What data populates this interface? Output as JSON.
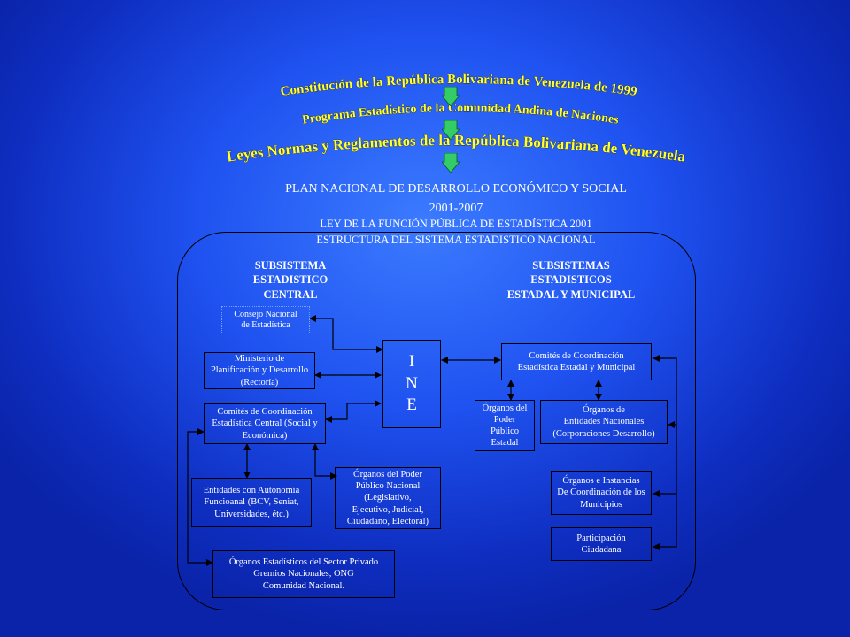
{
  "banners": [
    "Constitución de la República Bolivariana de Venezuela de 1999",
    "Programa Estadístico de la Comunidad Andina de Naciones",
    "Leyes Normas y Reglamentos de la República Bolivariana de Venezuela"
  ],
  "plan_title": "PLAN NACIONAL DE DESARROLLO ECONÓMICO Y SOCIAL",
  "plan_years": "2001-2007",
  "law_title": "LEY DE LA FUNCIÓN PÚBLICA DE ESTADÍSTICA 2001",
  "structure_title": "ESTRUCTURA DEL SISTEMA ESTADISTICO NACIONAL",
  "left_heading": "SUBSISTEMA\nESTADISTICO\nCENTRAL",
  "right_heading": "SUBSISTEMAS\nESTADISTICOS\nESTADAL Y MUNICIPAL",
  "center_box": {
    "letters": [
      "I",
      "N",
      "E"
    ]
  },
  "boxes": {
    "consejo": "Consejo Nacional\nde Estadística",
    "ministerio": "Ministerio de\nPlanificación y Desarrollo\n(Rectoría)",
    "comites_central": "Comités de Coordinación\nEstadística Central (Social y\nEconómica)",
    "entidades": "Entidades con Autonomía\nFuncioanal (BCV, Seniat,\nUniversidades, étc.)",
    "organos_poder_nacional": "Órganos del Poder\nPúblico Nacional\n(Legislativo,\nEjecutivo, Judicial,\nCiudadano, Electoral)",
    "organos_privado": "Órganos Estadísticos del Sector Privado\nGremios Nacionales, ONG\nComunidad Nacional.",
    "comites_estadal": "Comités de Coordinación\nEstadística Estadal  y Municipal",
    "organos_poder_estadal": "Órganos del\nPoder\nPúblico\nEstadal",
    "organos_entidades": "Órganos de\nEntidades Nacionales\n(Corporaciones Desarrollo)",
    "organos_instancias": "Órganos e Instancias\nDe Coordinación de los Municipios",
    "participacion": "Participación\nCiudadana"
  },
  "colors": {
    "banner_text": "#ffff33",
    "arrow_fill": "#33cc66",
    "connector": "#000000"
  }
}
